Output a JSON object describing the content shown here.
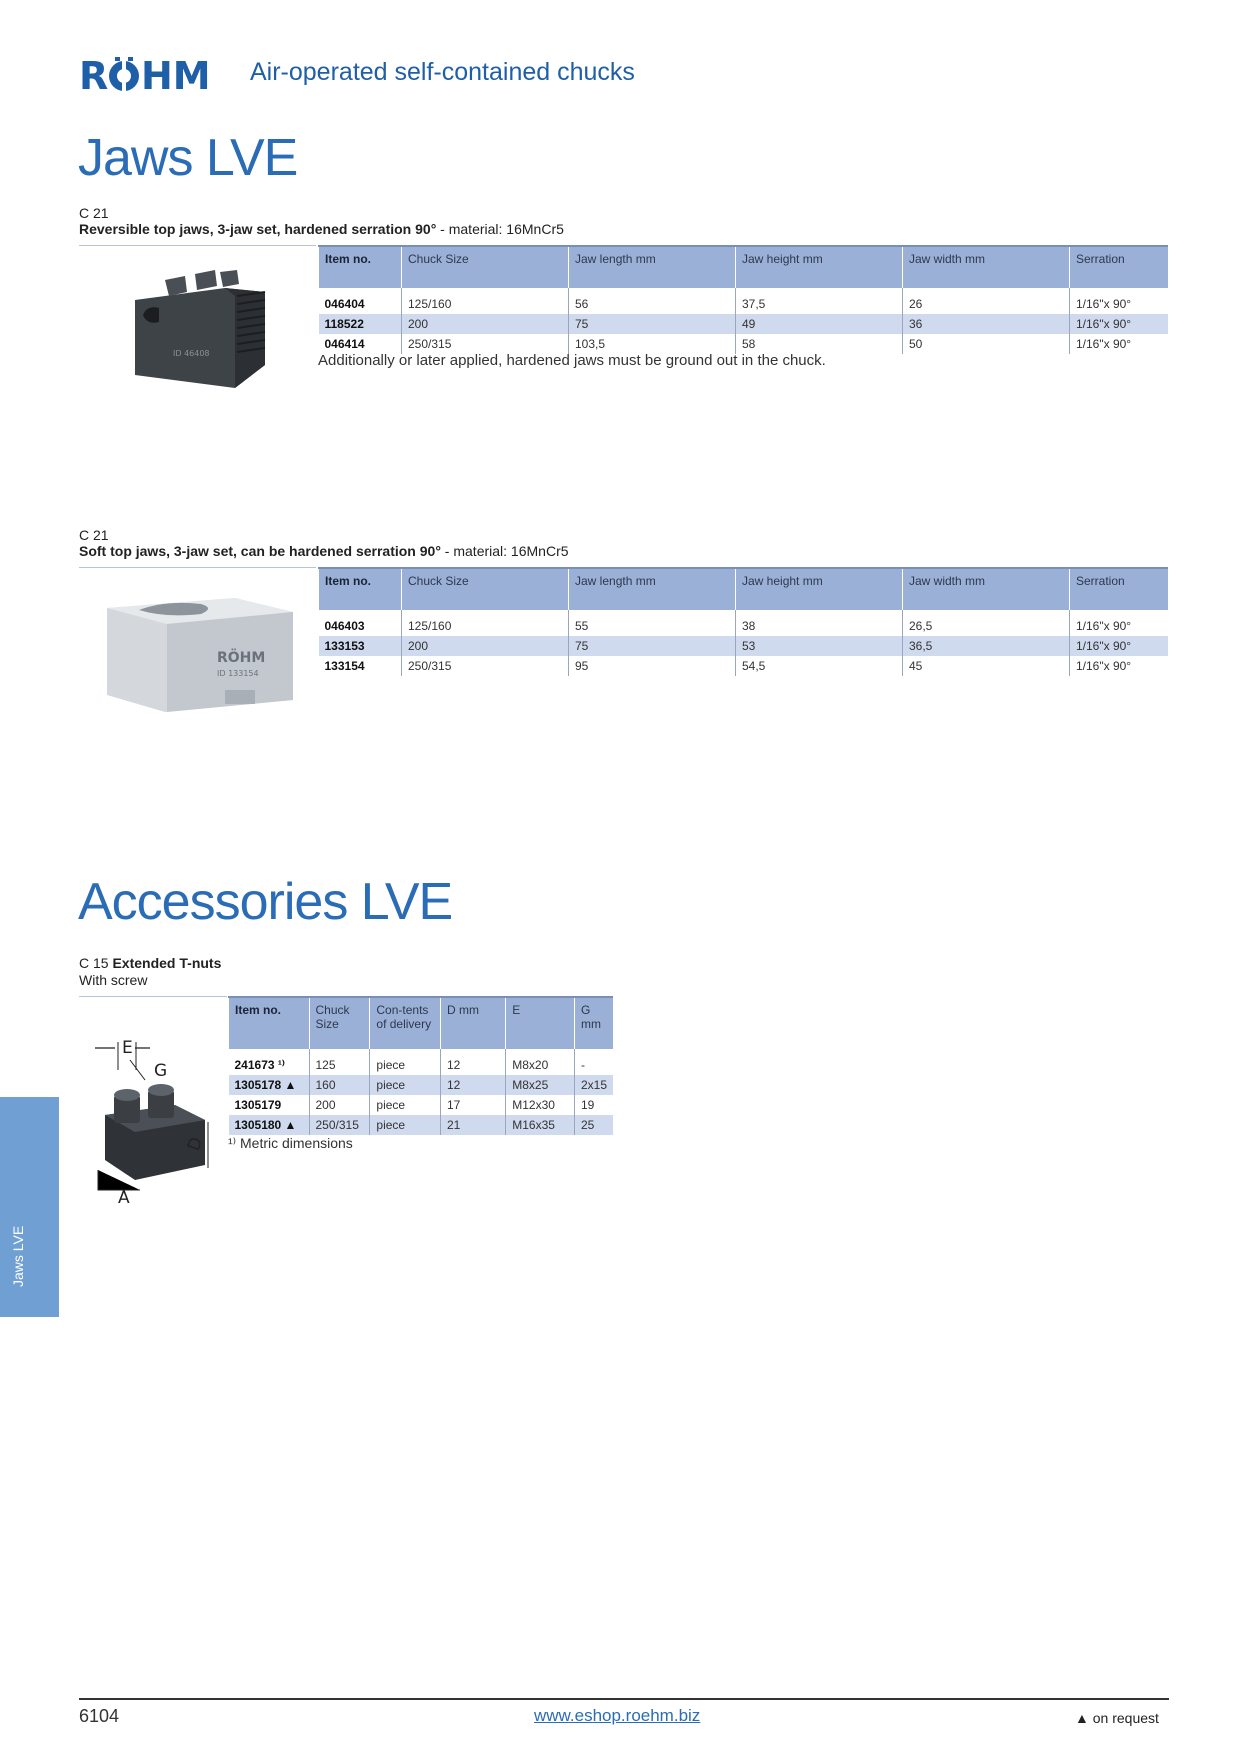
{
  "header": {
    "logo_text": "RÖHM",
    "title": "Air-operated self-contained chucks"
  },
  "jaws": {
    "heading": "Jaws LVE",
    "reversible": {
      "code": "C 21",
      "desc_bold": "Reversible top jaws, 3-jaw set, hardened serration 90°",
      "desc_rest": " - material: 16MnCr5",
      "headers": [
        "Item no.",
        "Chuck Size",
        "Jaw length mm",
        "Jaw height mm",
        "Jaw width mm",
        "Serration"
      ],
      "rows": [
        [
          "046404",
          "125/160",
          "56",
          "37,5",
          "26",
          "1/16\"x 90°"
        ],
        [
          "118522",
          "200",
          "75",
          "49",
          "36",
          "1/16\"x 90°"
        ],
        [
          "046414",
          "250/315",
          "103,5",
          "58",
          "50",
          "1/16\"x 90°"
        ]
      ],
      "note": "Additionally or later applied, hardened jaws must be ground out in the chuck.",
      "image_label": "ID 46408"
    },
    "soft": {
      "code": "C 21",
      "desc_bold": "Soft top jaws, 3-jaw set, can be hardened serration 90°",
      "desc_rest": " - material: 16MnCr5",
      "headers": [
        "Item no.",
        "Chuck Size",
        "Jaw length mm",
        "Jaw height mm",
        "Jaw width mm",
        "Serration"
      ],
      "rows": [
        [
          "046403",
          "125/160",
          "55",
          "38",
          "26,5",
          "1/16\"x 90°"
        ],
        [
          "133153",
          "200",
          "75",
          "53",
          "36,5",
          "1/16\"x 90°"
        ],
        [
          "133154",
          "250/315",
          "95",
          "54,5",
          "45",
          "1/16\"x 90°"
        ]
      ],
      "image_label": "ID 133154"
    }
  },
  "accessories": {
    "heading": "Accessories LVE",
    "tnuts": {
      "code": "C 15",
      "title": "Extended T-nuts",
      "subtitle": "With screw",
      "headers": [
        "Item no.",
        "Chuck Size",
        "Con-tents of delivery",
        "D mm",
        "E",
        "G mm"
      ],
      "rows": [
        [
          "241673 ¹⁾",
          "125",
          "piece",
          "12",
          "M8x20",
          "-"
        ],
        [
          "1305178 ▲",
          "160",
          "piece",
          "12",
          "M8x25",
          "2x15"
        ],
        [
          "1305179",
          "200",
          "piece",
          "17",
          "M12x30",
          "19"
        ],
        [
          "1305180 ▲",
          "250/315",
          "piece",
          "21",
          "M16x35",
          "25"
        ]
      ],
      "footnote": "¹⁾ Metric dimensions",
      "dims": {
        "e": "E",
        "g": "G",
        "d": "D",
        "a": "A"
      }
    }
  },
  "sidetab": "Jaws LVE",
  "footer": {
    "page": "6104",
    "url": "www.eshop.roehm.biz",
    "legend": "▲  on request"
  },
  "colors": {
    "brand_blue": "#1f5fa8",
    "header_blue": "#9bb0d6",
    "row_alt": "#cfdaee",
    "tab_blue": "#6f9fd3"
  }
}
